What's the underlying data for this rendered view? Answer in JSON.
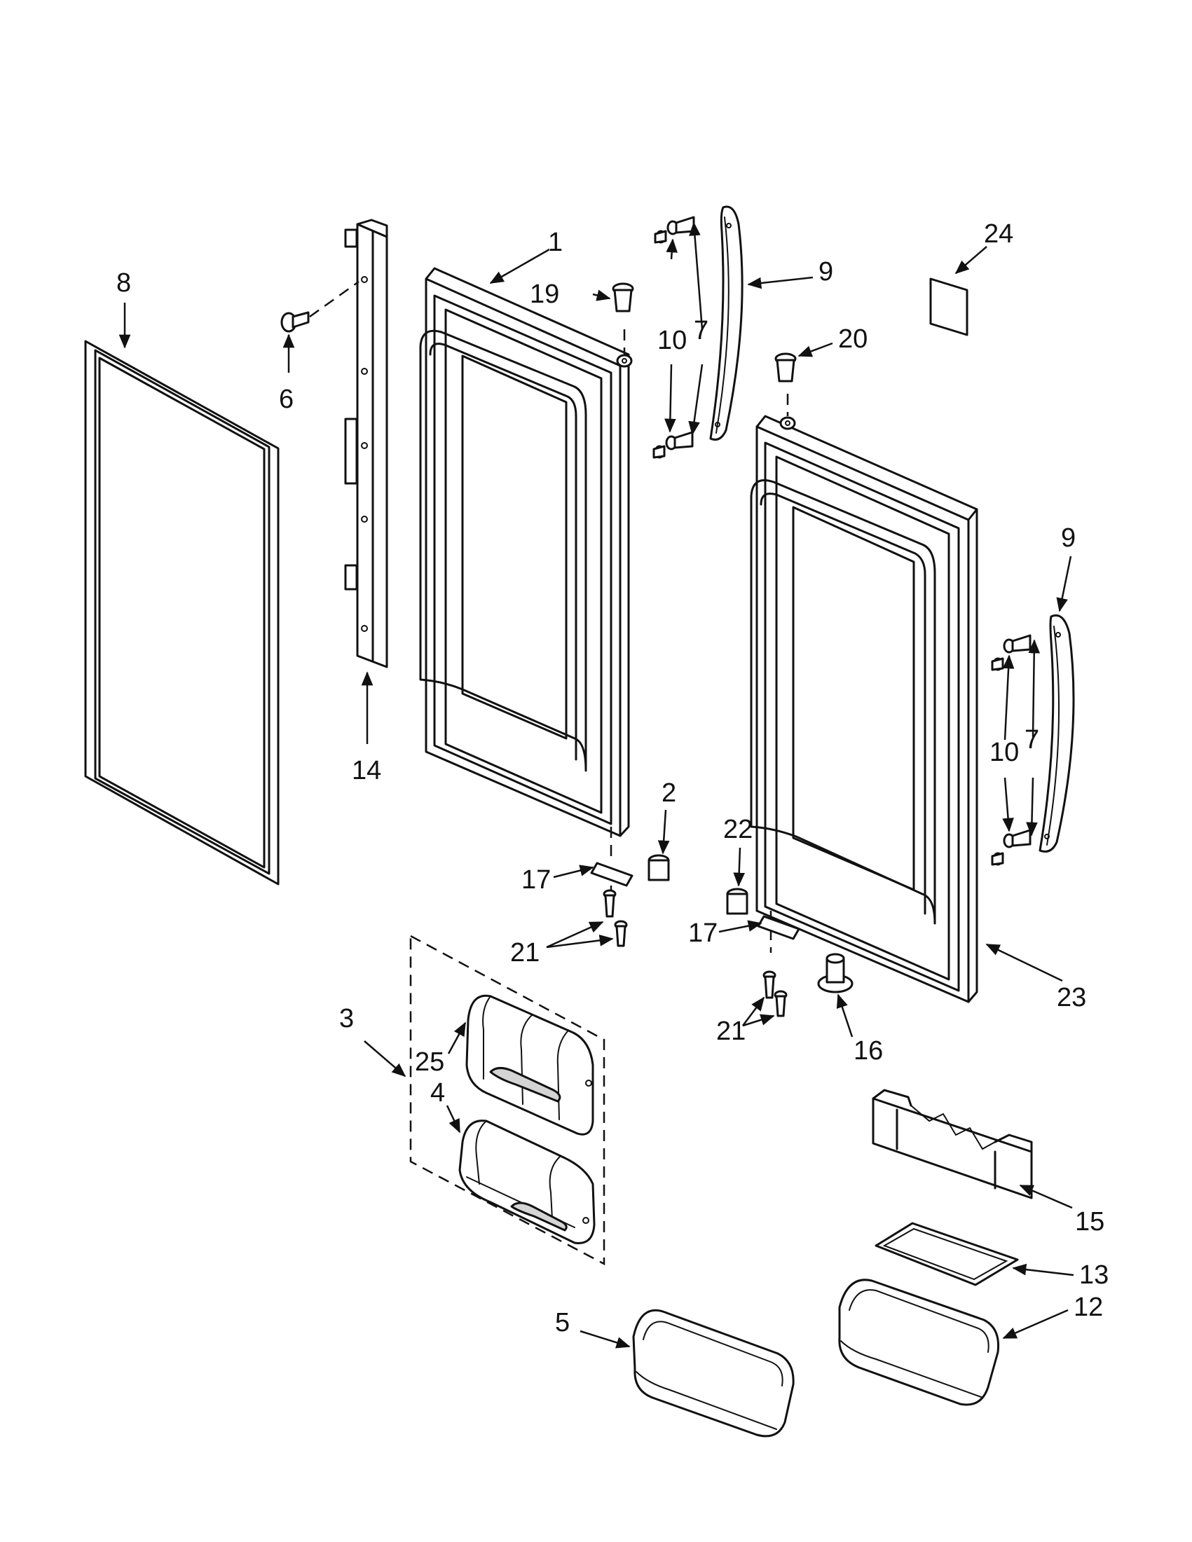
{
  "colors": {
    "line": "#111111",
    "background": "#ffffff",
    "shade": "#d4d4d4"
  },
  "callouts": {
    "c1": "1",
    "c2": "2",
    "c3": "3",
    "c4": "4",
    "c5": "5",
    "c6": "6",
    "c7a": "7",
    "c7b": "7",
    "c8": "8",
    "c9a": "9",
    "c9b": "9",
    "c10a": "10",
    "c10b": "10",
    "c12": "12",
    "c13": "13",
    "c14": "14",
    "c15": "15",
    "c16": "16",
    "c17a": "17",
    "c17b": "17",
    "c19": "19",
    "c20": "20",
    "c21a": "21",
    "c21b": "21",
    "c22": "22",
    "c23": "23",
    "c24": "24",
    "c25": "25"
  }
}
